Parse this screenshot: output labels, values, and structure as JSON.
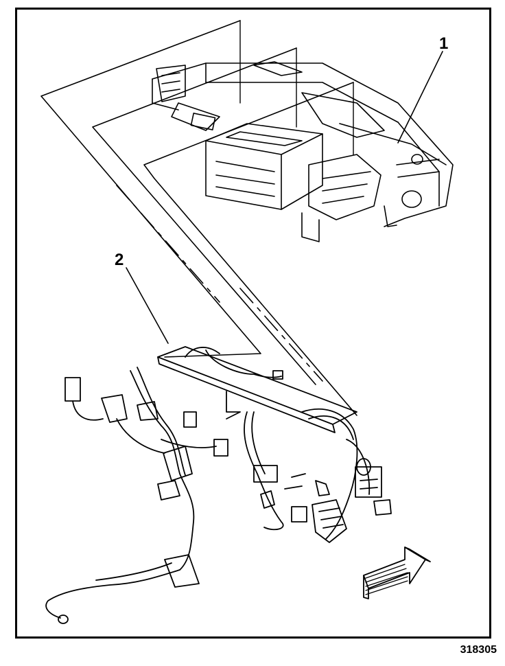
{
  "figure": {
    "callouts": [
      {
        "number": "1"
      },
      {
        "number": "2"
      }
    ],
    "figure_number": "318305"
  },
  "icons": {
    "direction_arrow": "forward-arrow-icon"
  },
  "colors": {
    "line": "#000000",
    "background": "#ffffff"
  }
}
